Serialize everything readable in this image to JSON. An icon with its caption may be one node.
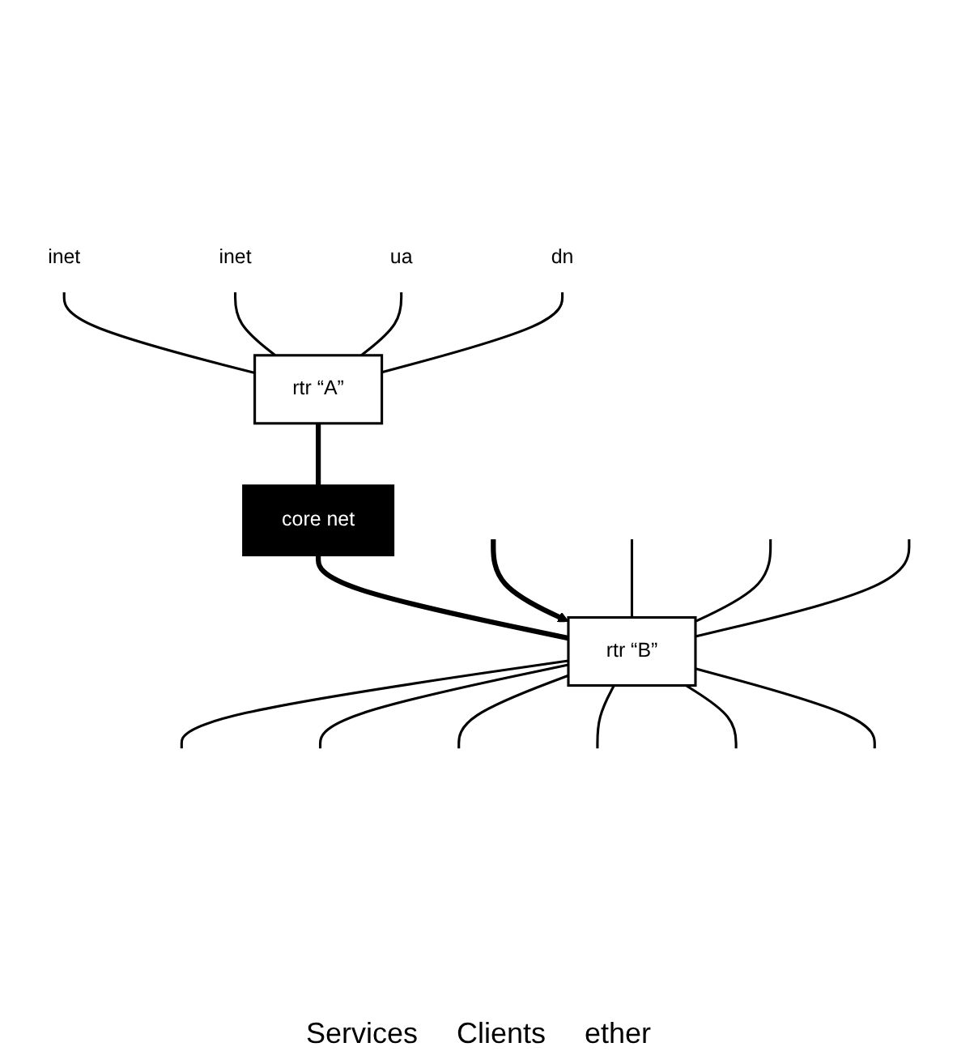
{
  "diagram": {
    "nodes": [
      {
        "text": [
          "inet"
        ]
      },
      {
        "text": [
          "inet"
        ]
      },
      {
        "text": [
          "ua"
        ]
      },
      {
        "text": [
          "dn"
        ]
      },
      {
        "text": [
          "rtr “A”"
        ]
      },
      {
        "text": [
          "core net"
        ]
      },
      {
        "text": [
          "rtr “B”"
        ]
      }
    ],
    "edges": [
      {
        "from": 0,
        "to": 4,
        "arrow": "none"
      },
      {
        "from": 1,
        "to": 4,
        "arrow": "none"
      },
      {
        "from": 2,
        "to": 4,
        "arrow": "none"
      },
      {
        "from": 3,
        "to": 4,
        "arrow": "none"
      },
      {
        "from": 4,
        "to": 5,
        "arrow": "none",
        "style": "thick"
      },
      {
        "from": 5,
        "to": 6,
        "arrow": "none",
        "style": "thick"
      },
      {
        "from": null,
        "to": 6,
        "arrow": "to",
        "style": "thick"
      },
      {
        "from": null,
        "to": 6,
        "arrow": "none"
      },
      {
        "from": null,
        "to": 6,
        "arrow": "none"
      },
      {
        "from": null,
        "to": 6,
        "arrow": "none"
      },
      {
        "from": 6,
        "to": null,
        "arrow": "none"
      },
      {
        "from": 6,
        "to": null,
        "arrow": "none"
      },
      {
        "from": 6,
        "to": null,
        "arrow": "none"
      },
      {
        "from": 6,
        "to": null,
        "arrow": "none"
      },
      {
        "from": 6,
        "to": null,
        "arrow": "none"
      },
      {
        "from": 6,
        "to": null,
        "arrow": "none"
      }
    ],
    "labels": [
      "Services",
      "Clients",
      "ether"
    ]
  }
}
